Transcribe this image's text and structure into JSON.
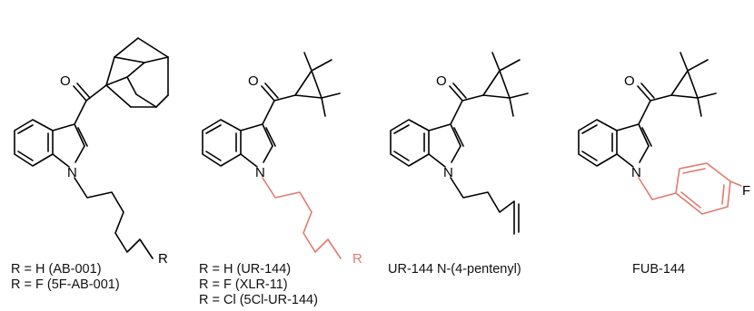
{
  "molecules": [
    {
      "name": "adamantyl-indole",
      "atom_labels": {
        "carbonyl_o": "O",
        "indole_n": "N",
        "chain_end": "R"
      },
      "caption_lines": [
        "R = H (AB-001)",
        "R = F (5F-AB-001)"
      ]
    },
    {
      "name": "tmcp-indole-pentyl",
      "atom_labels": {
        "carbonyl_o": "O",
        "indole_n": "N",
        "chain_end": "R"
      },
      "caption_lines": [
        "R = H (UR-144)",
        "R = F (XLR-11)",
        "R = Cl (5Cl-UR-144)"
      ]
    },
    {
      "name": "tmcp-indole-pentenyl",
      "atom_labels": {
        "carbonyl_o": "O",
        "indole_n": "N"
      },
      "caption_lines": [
        "UR-144 N-(4-pentenyl)"
      ]
    },
    {
      "name": "tmcp-indole-fluorobenzyl",
      "atom_labels": {
        "carbonyl_o": "O",
        "indole_n": "N",
        "para_f": "F"
      },
      "caption_lines": [
        "FUB-144"
      ]
    }
  ],
  "colors": {
    "bond": "#000000",
    "highlight": "#e07a70"
  }
}
